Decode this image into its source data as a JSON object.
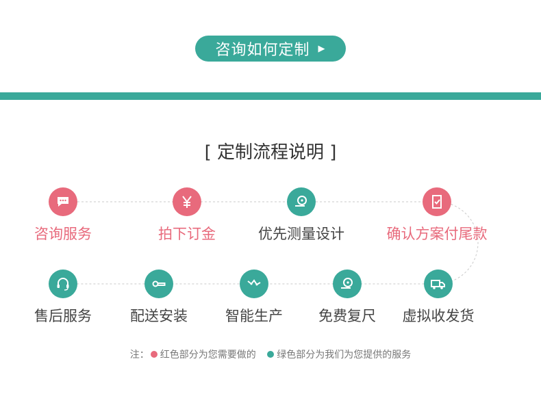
{
  "cta": {
    "label": "咨询如何定制",
    "arrow": "▶"
  },
  "section_title": "[ 定制流程说明 ]",
  "steps_row1": [
    {
      "label": "咨询服务",
      "color": "red",
      "icon": "chat-icon"
    },
    {
      "label": "拍下订金",
      "color": "red",
      "icon": "yen-icon"
    },
    {
      "label": "优先测量设计",
      "color": "green",
      "icon": "tape-measure-icon"
    },
    {
      "label": "确认方案付尾款",
      "color": "red",
      "icon": "checklist-icon"
    }
  ],
  "steps_row2": [
    {
      "label": "售后服务",
      "color": "green",
      "icon": "headset-icon"
    },
    {
      "label": "配送安装",
      "color": "green",
      "icon": "wrench-icon"
    },
    {
      "label": "智能生产",
      "color": "green",
      "icon": "machine-icon"
    },
    {
      "label": "免费复尺",
      "color": "green",
      "icon": "tape-measure-icon"
    },
    {
      "label": "虚拟收发货",
      "color": "green",
      "icon": "truck-icon"
    }
  ],
  "note": {
    "prefix": "注：",
    "red_text": "红色部分为您需要做的",
    "green_text": "绿色部分为我们为您提供的服务"
  },
  "colors": {
    "accent_green": "#3aa99a",
    "accent_red": "#e86a7c"
  }
}
